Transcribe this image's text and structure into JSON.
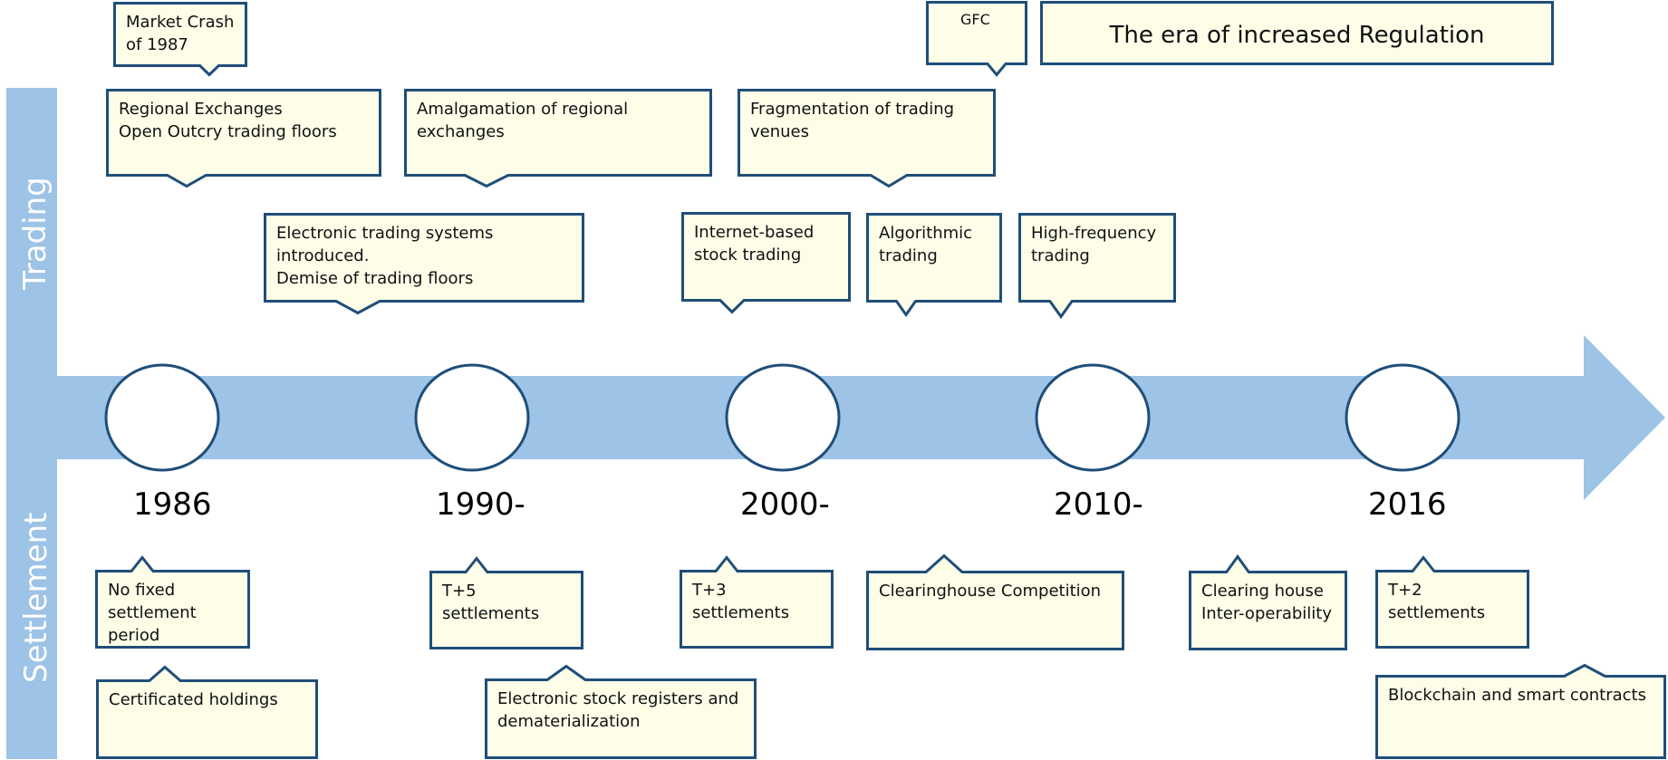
{
  "colors": {
    "band": "#9dc3e6",
    "box_fill": "#fdfde8",
    "box_stroke": "#1f4e79",
    "circle_fill": "#ffffff"
  },
  "axis": {
    "trading_label": "Trading",
    "settlement_label": "Settlement"
  },
  "timeline": {
    "years": [
      "1986",
      "1990-",
      "2000-",
      "2010-",
      "2016"
    ]
  },
  "era_banner": "The era of increased Regulation",
  "events": {
    "market_crash": "Market Crash\nof 1987",
    "gfc": "GFC",
    "regional_exchanges": "Regional Exchanges\nOpen Outcry trading floors",
    "amalgamation": "Amalgamation of regional\nexchanges",
    "fragmentation": "Fragmentation of trading\nvenues",
    "electronic_trading": "Electronic trading systems\nintroduced.\nDemise of trading floors",
    "internet_trading": "Internet-based\nstock trading",
    "algorithmic": "Algorithmic\ntrading",
    "hft": "High-frequency\ntrading",
    "no_fixed": "No fixed\nsettlement\nperiod",
    "t5": "T+5 settlements",
    "t3": "T+3 settlements",
    "clearinghouse_competition": "Clearinghouse Competition",
    "interoperability": "Clearing house\nInter-operability",
    "t2": "T+2 settlements",
    "certificated": "Certificated holdings",
    "electronic_registers": "Electronic stock registers and\ndematerialization",
    "blockchain": "Blockchain and smart contracts"
  }
}
